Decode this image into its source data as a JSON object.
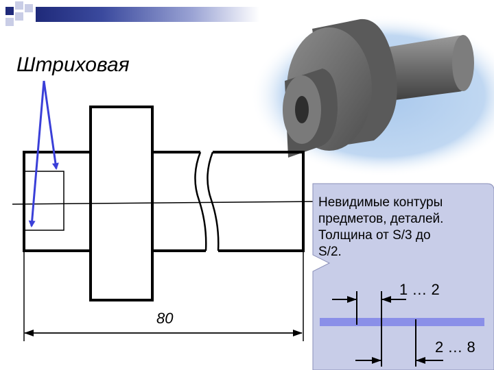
{
  "labels": {
    "hatch_line_type": "Штриховая",
    "dimension_value": "80"
  },
  "callout": {
    "lines": [
      "Невидимые контуры",
      "предметов, деталей.",
      "Толщина  от S/3 до",
      "S/2."
    ],
    "dash_length": "1 … 2",
    "gap_length": "2 … 8"
  },
  "colors": {
    "slide_bar_dark": "#1f2a7a",
    "slide_bar_light": "#c9cde6",
    "arrow_blue": "#3a3fd8",
    "callout_fill": "#c8cde8",
    "dash_sample": "#8a8fe8",
    "part_gray": "#6b6b6b",
    "glow_blue": "#a9c8ec"
  }
}
